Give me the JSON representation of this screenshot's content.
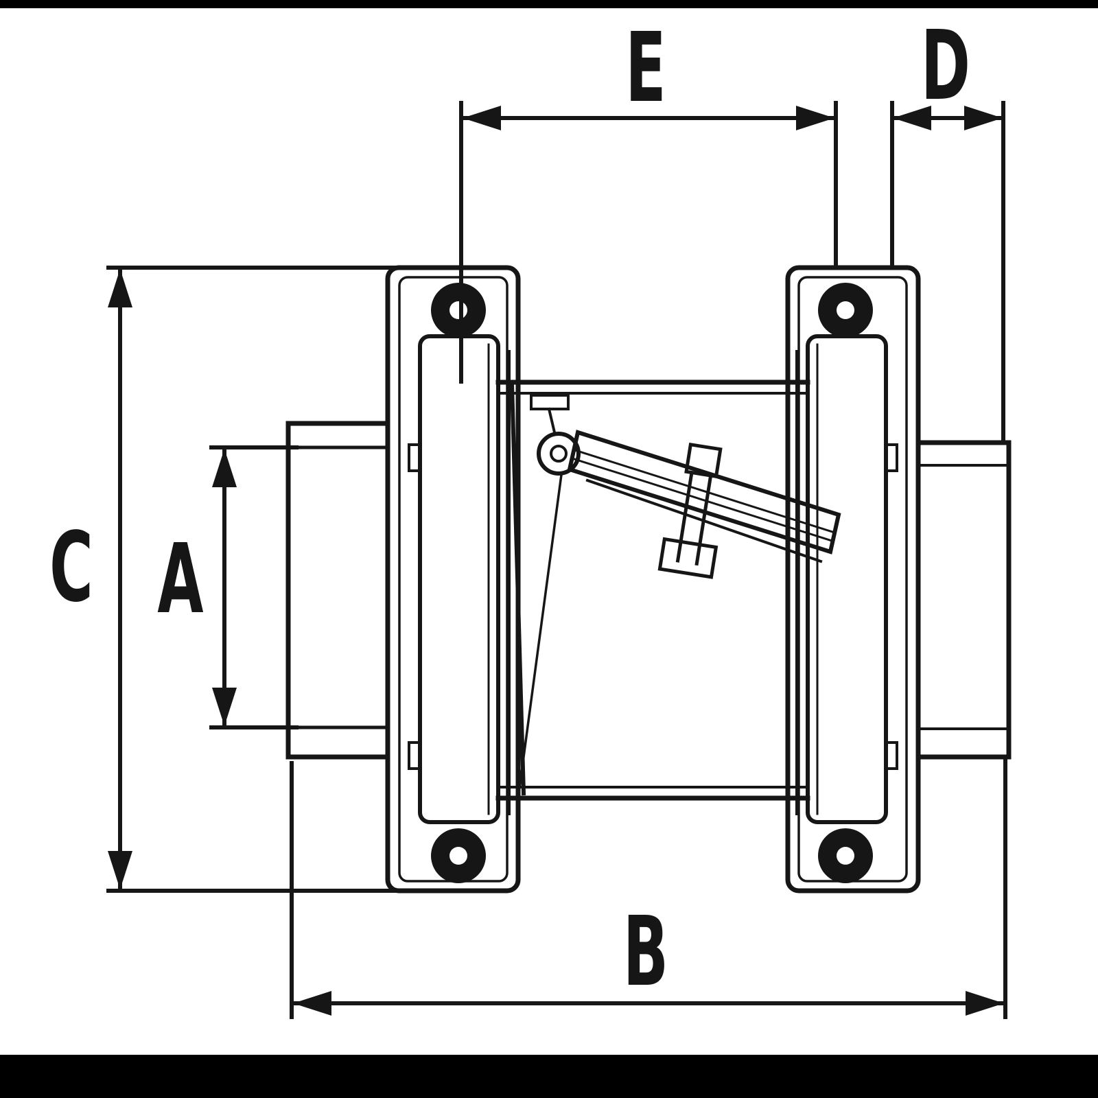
{
  "diagram": {
    "labels": {
      "A": "A",
      "B": "B",
      "C": "C",
      "D": "D",
      "E": "E"
    },
    "colors": {
      "line": "#161616",
      "background": "#ffffff",
      "frame": "#000000"
    }
  }
}
